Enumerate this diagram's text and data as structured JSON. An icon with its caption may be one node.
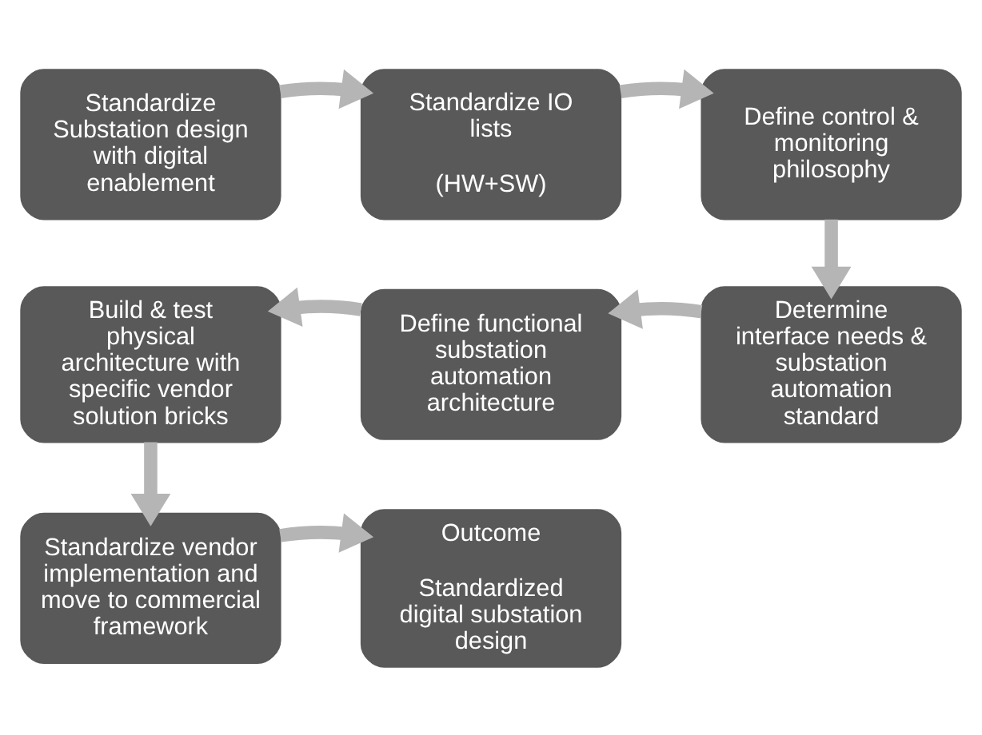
{
  "diagram": {
    "nodes": [
      {
        "text": [
          "Standardize Substation design with digital enablement"
        ]
      },
      {
        "text": [
          "Standardize IO lists",
          "(HW+SW)"
        ]
      },
      {
        "text": [
          "Define control & monitoring philosophy"
        ]
      },
      {
        "text": [
          "Determine interface needs & substation automation standard"
        ]
      },
      {
        "text": [
          "Define functional substation automation architecture"
        ]
      },
      {
        "text": [
          "Build & test physical architecture with specific vendor solution bricks"
        ]
      },
      {
        "text": [
          "Standardize vendor implementation and move to commercial framework"
        ]
      },
      {
        "text": [
          "Outcome",
          "Standardized digital substation design"
        ]
      }
    ],
    "edges": [
      {
        "from": 0,
        "to": 1,
        "arrow": "to"
      },
      {
        "from": 1,
        "to": 2,
        "arrow": "to"
      },
      {
        "from": 2,
        "to": 3,
        "arrow": "to"
      },
      {
        "from": 3,
        "to": 4,
        "arrow": "to"
      },
      {
        "from": 4,
        "to": 5,
        "arrow": "to"
      },
      {
        "from": 5,
        "to": 6,
        "arrow": "to"
      },
      {
        "from": 6,
        "to": 7,
        "arrow": "to"
      }
    ]
  }
}
